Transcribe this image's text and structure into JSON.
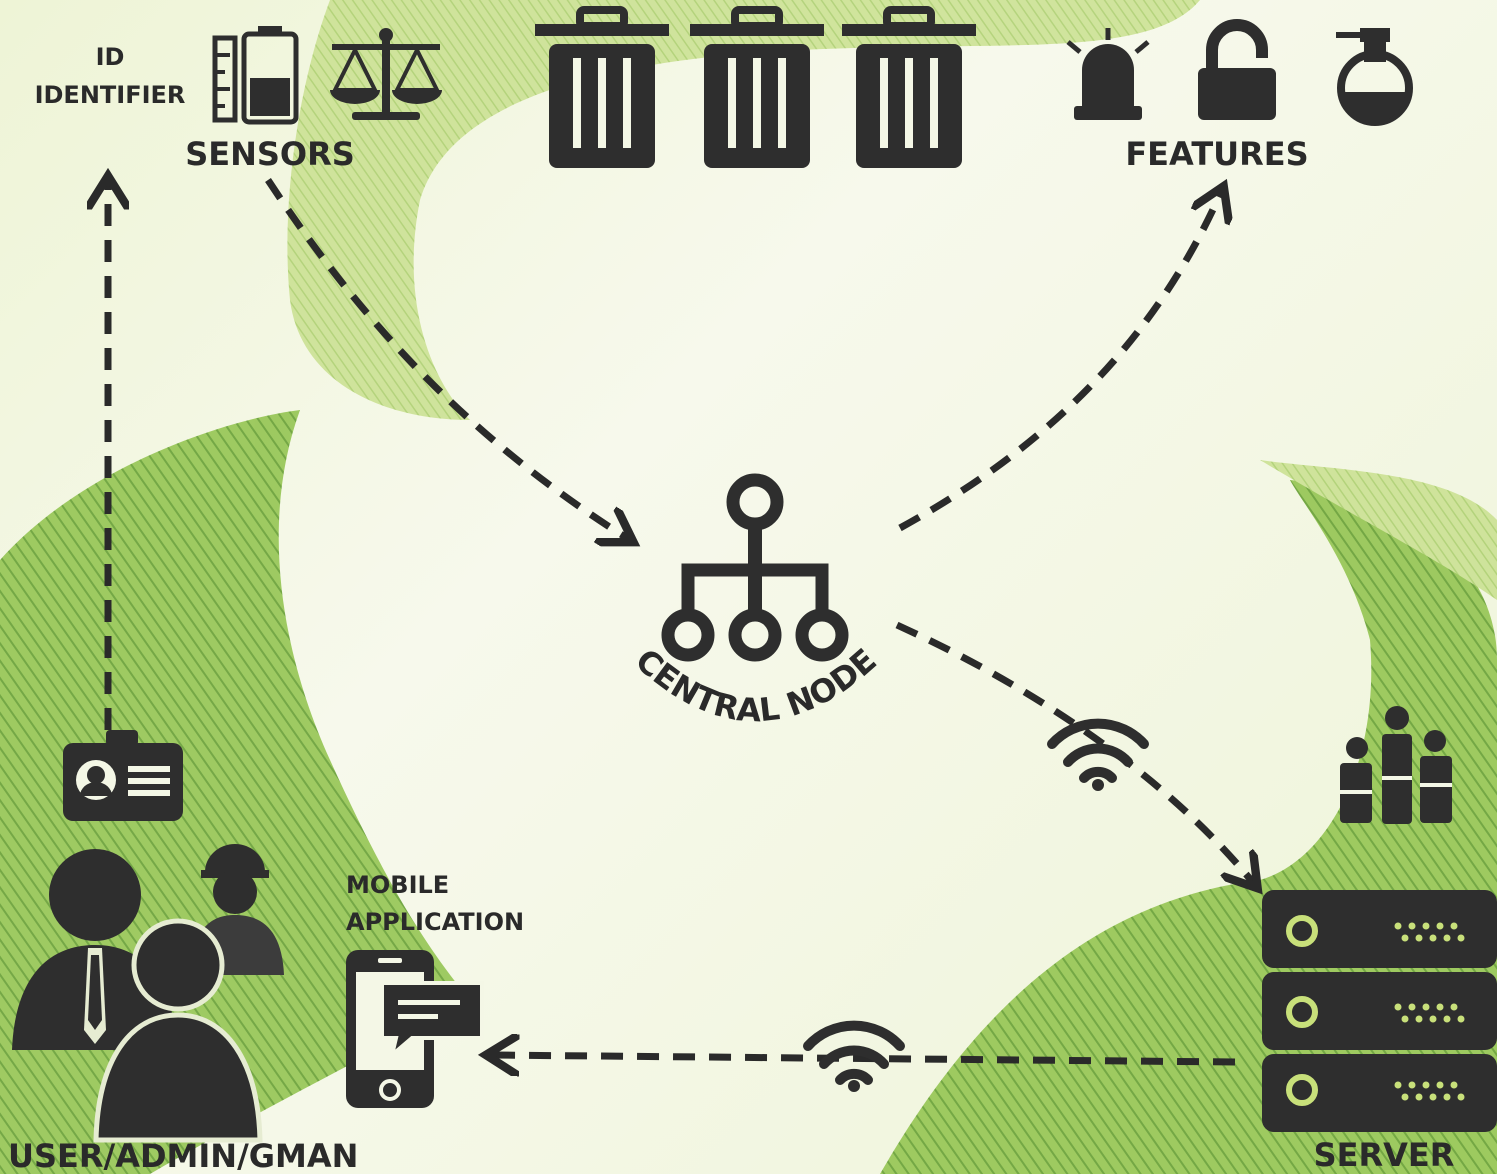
{
  "labels": {
    "id_identifier_line1": "ID",
    "id_identifier_line2": "IDENTIFIER",
    "sensors": "SENSORS",
    "features": "FEATURES",
    "central_node": "CENTRAL NODE",
    "mobile_application_line1": "MOBILE",
    "mobile_application_line2": "APPLICATION",
    "user_admin_gman": "USER/ADMIN/GMAN",
    "server": "SERVER"
  },
  "colors": {
    "icon": "#2e2e2e",
    "arrow": "#2a2a2a",
    "leaf_green": "#8fc24a",
    "leaf_green_dark": "#5e9a2a",
    "background": "#f4f7e6",
    "server_led": "#c8e07a"
  },
  "icons": [
    "ruler-battery-icon",
    "scale-icon",
    "trash-bin-icon",
    "alarm-light-icon",
    "unlocked-padlock-icon",
    "spray-bottle-icon",
    "network-hub-icon",
    "wifi-icon",
    "id-card-icon",
    "users-group-icon",
    "mobile-phone-icon",
    "server-rack-icon",
    "people-podium-icon"
  ]
}
